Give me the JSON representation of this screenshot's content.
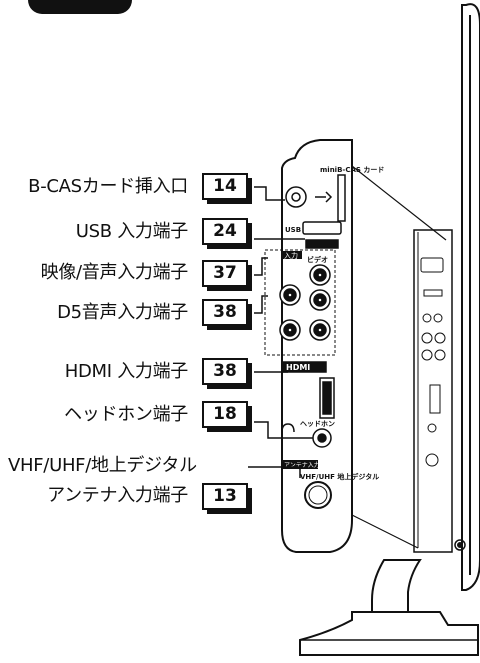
{
  "labels": {
    "bcas": "B-CASカード挿入口",
    "usb": "USB 入力端子",
    "video": "映像/音声入力端子",
    "d5": "D5音声入力端子",
    "hdmi": "HDMI 入力端子",
    "headphone": "ヘッドホン端子",
    "antenna_line1": "VHF/UHF/地上デジタル",
    "antenna_line2": "アンテナ入力端子"
  },
  "pages": {
    "bcas": "14",
    "usb": "24",
    "video": "37",
    "d5": "38",
    "hdmi": "38",
    "headphone": "18",
    "antenna": "13"
  },
  "panel": {
    "card_slot": "miniB-CAS カード",
    "usb": "USB",
    "input": "入力",
    "video": "ビデオ",
    "hdmi": "HDMI",
    "headphone": "ヘッドホン",
    "antenna_in": "アンテナ入力",
    "antenna_type": "VHF/UHF 地上デジタル"
  }
}
